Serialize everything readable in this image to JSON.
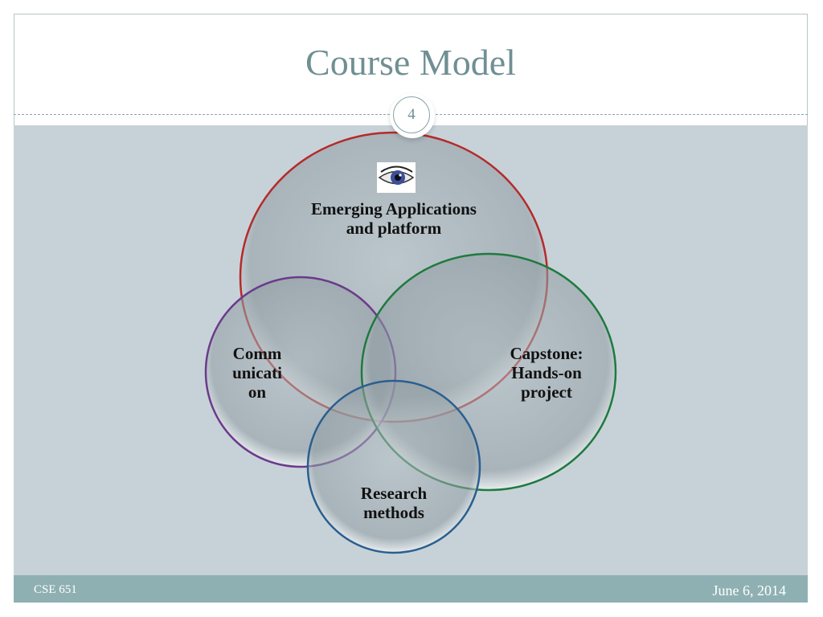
{
  "slide": {
    "title": "Course Model",
    "page_number": "4",
    "footer_left": "CSE 651",
    "footer_right": "June 6, 2014"
  },
  "diagram": {
    "circles": [
      {
        "id": "top",
        "label": "Emerging Applications and platform",
        "stroke": "#b52a2a",
        "icon": "eye-icon"
      },
      {
        "id": "left",
        "label": "Communication",
        "stroke": "#6b3a8c"
      },
      {
        "id": "right",
        "label": "Capstone: Hands-on project",
        "stroke": "#1f7a3e"
      },
      {
        "id": "bottom",
        "label": "Research methods",
        "stroke": "#2a5f8f"
      }
    ],
    "label_lines": {
      "top": [
        "Emerging Applications",
        "and platform"
      ],
      "left": [
        "Comm",
        "unicati",
        "on"
      ],
      "right": [
        "Capstone:",
        "Hands-on",
        "project"
      ],
      "bottom": [
        "Research",
        "methods"
      ]
    }
  },
  "colors": {
    "title": "#6f8f93",
    "content_bg": "#c7d2d8",
    "footer_bg": "#8fb0b3",
    "circle_fill": "#9aa7ad"
  }
}
